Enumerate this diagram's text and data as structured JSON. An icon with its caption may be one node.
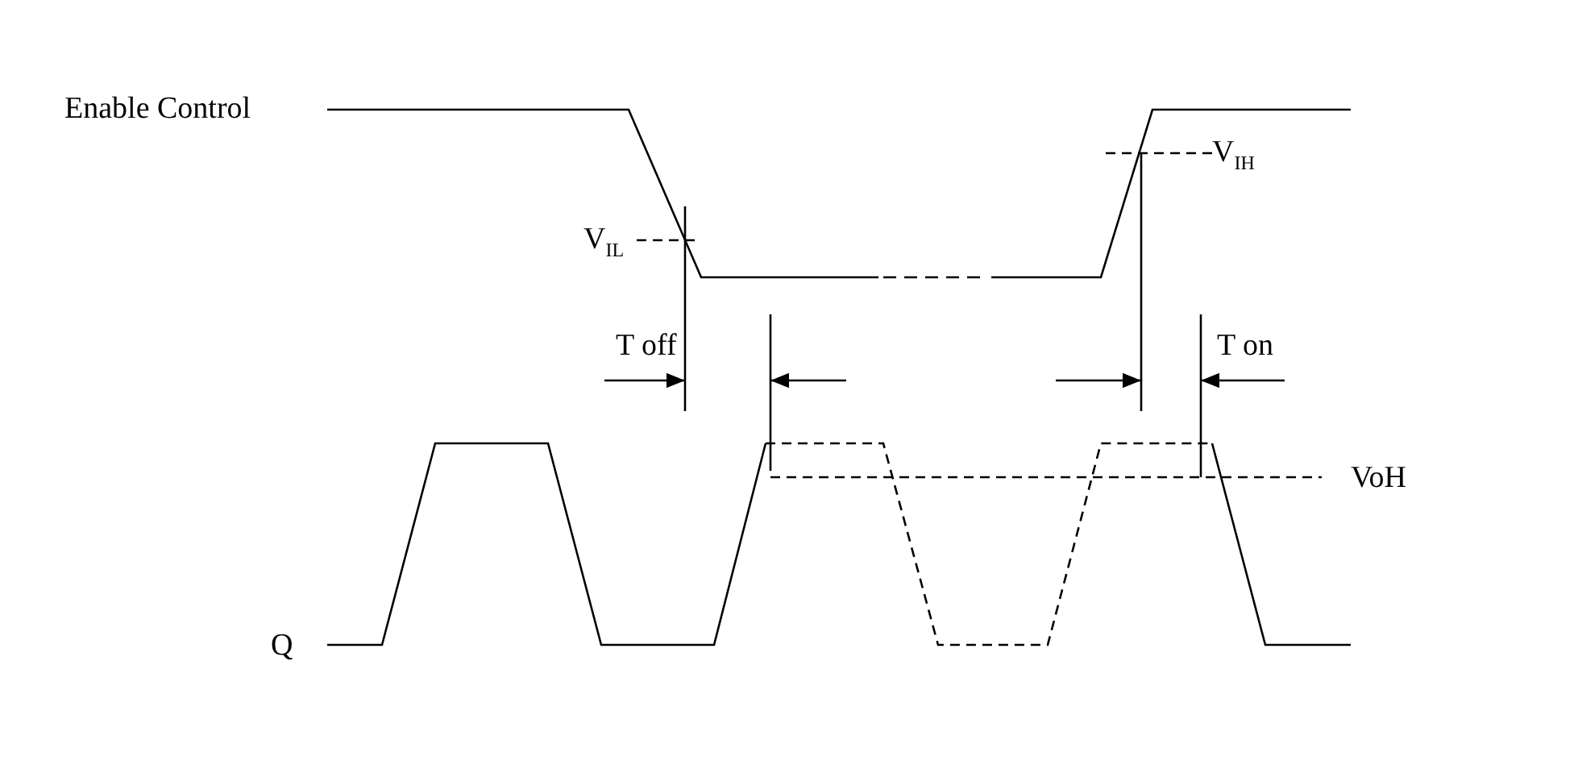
{
  "diagram": {
    "labels": [
      "Enable Control",
      "V$_{IL}$",
      "V$_{IH}$",
      "T off",
      "T on",
      "VoH",
      "Q"
    ]
  }
}
